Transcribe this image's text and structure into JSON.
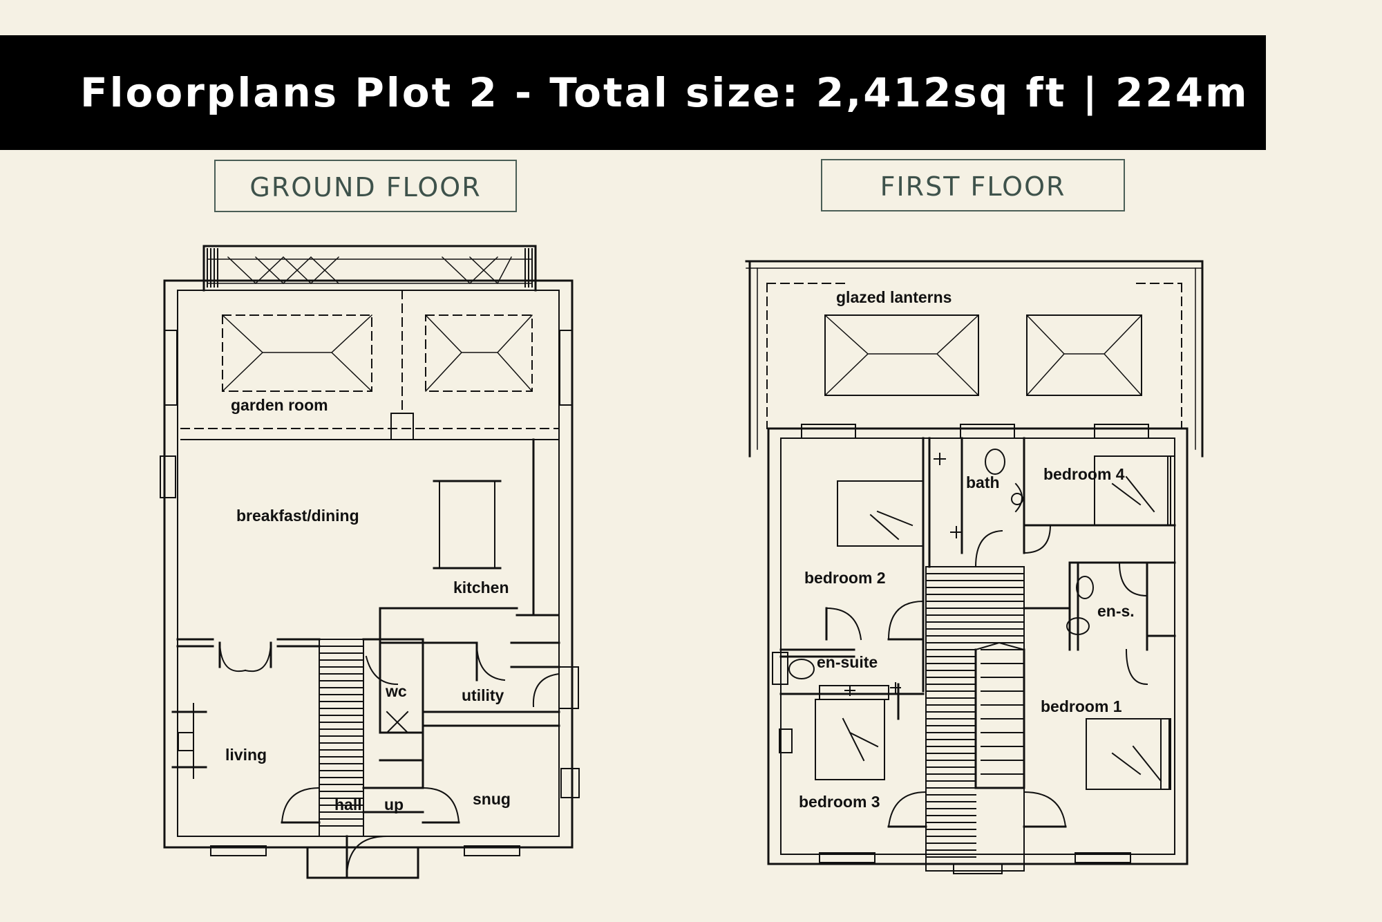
{
  "header": {
    "title": "Floorplans Plot 2 - Total size: 2,412sq ft | 224m"
  },
  "ground_floor": {
    "label": "GROUND FLOOR",
    "rooms": {
      "garden_room": "garden room",
      "breakfast_dining": "breakfast/dining",
      "kitchen": "kitchen",
      "wc": "wc",
      "utility": "utility",
      "living": "living",
      "hall": "hall",
      "up": "up",
      "snug": "snug"
    }
  },
  "first_floor": {
    "label": "FIRST FLOOR",
    "rooms": {
      "glazed_lanterns": "glazed lanterns",
      "bath": "bath",
      "bedroom_4": "bedroom 4",
      "bedroom_2": "bedroom 2",
      "en_s": "en-s.",
      "en_suite": "en-suite",
      "bedroom_1": "bedroom 1",
      "bedroom_3": "bedroom 3"
    }
  },
  "colors": {
    "background": "#f5f1e4",
    "header_bg": "#000000",
    "header_text": "#ffffff",
    "label_border": "#4a5e56",
    "label_text": "#3e524b",
    "linework": "#111111"
  }
}
